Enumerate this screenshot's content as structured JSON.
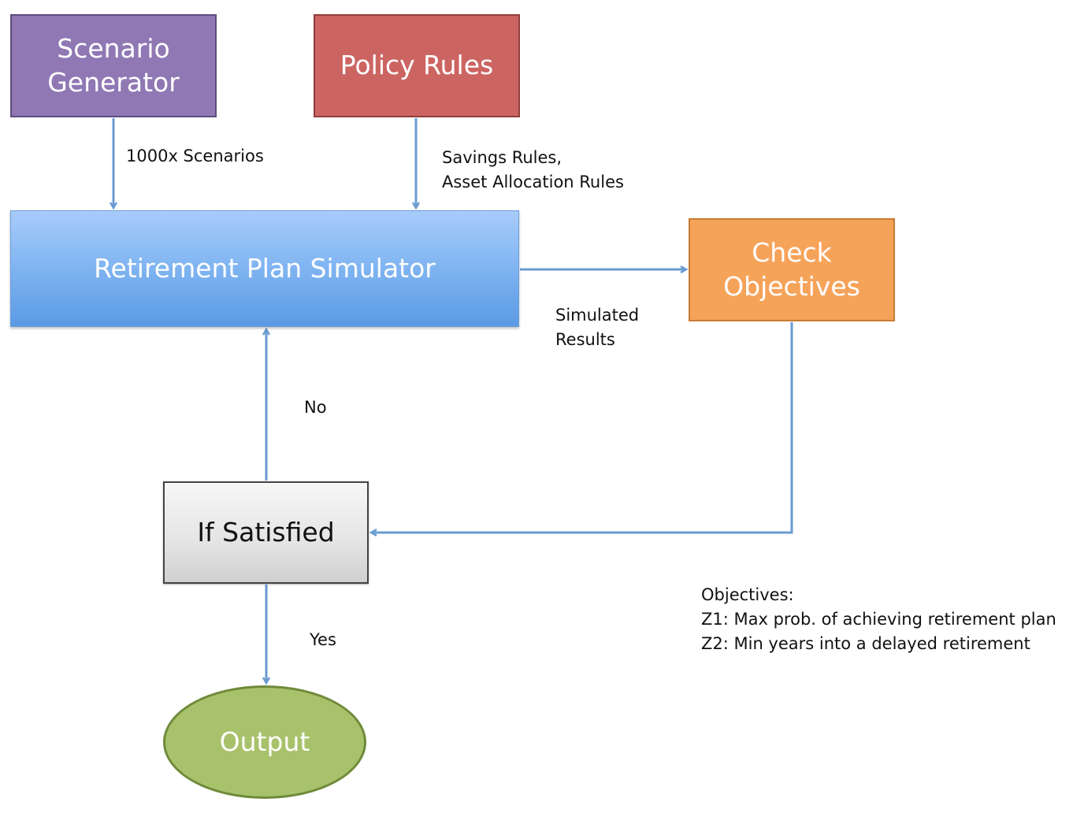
{
  "colors": {
    "scenario_fill": "#8f78b4",
    "policy_fill": "#cc6562",
    "simulator_fill": "#7fb4f1",
    "check_fill": "#f6a35a",
    "satisfied_fill": "#e4e4e4",
    "output_fill": "#a8c26c",
    "arrow": "#6a9bd1"
  },
  "nodes": {
    "scenario_generator": "Scenario\nGenerator",
    "policy_rules": "Policy Rules",
    "simulator": "Retirement Plan Simulator",
    "check_objectives": "Check\nObjectives",
    "if_satisfied": "If Satisfied",
    "output": "Output"
  },
  "edge_labels": {
    "scenarios": "1000x Scenarios",
    "rules": "Savings Rules,\nAsset Allocation Rules",
    "results": "Simulated\nResults",
    "no": "No",
    "yes": "Yes"
  },
  "objectives": {
    "heading": "Objectives:",
    "z1": "Z1: Max prob. of achieving retirement plan",
    "z2": "Z2: Min years into a delayed retirement"
  }
}
